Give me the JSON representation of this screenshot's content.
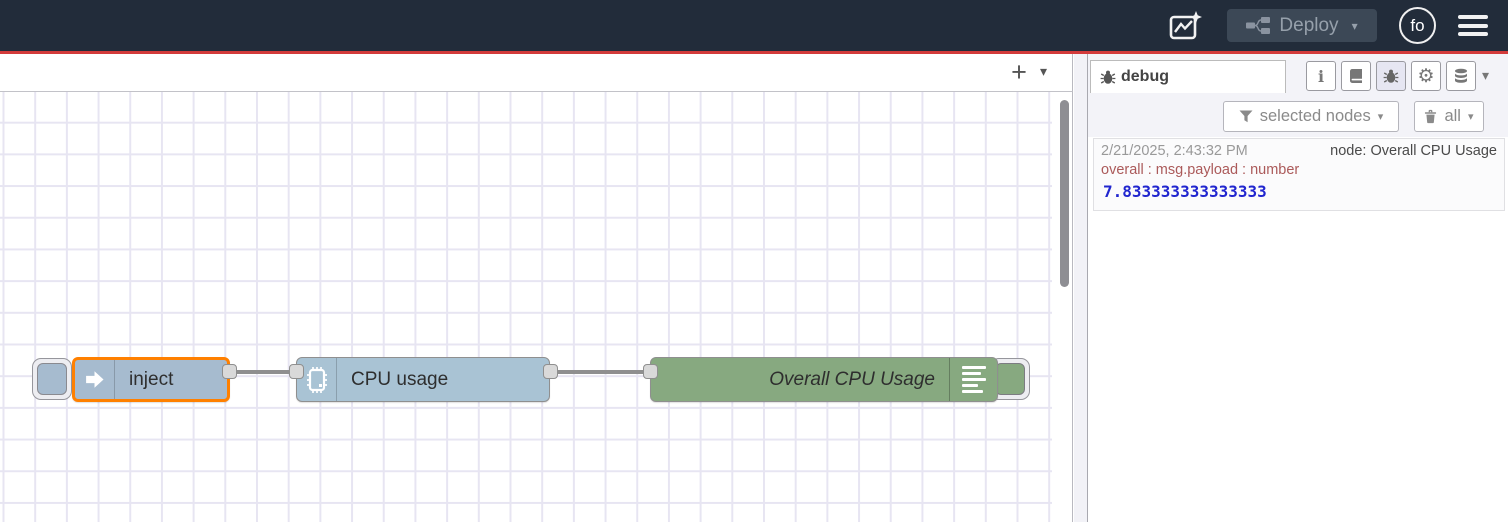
{
  "header": {
    "deploy_label": "Deploy",
    "avatar_initials": "fo"
  },
  "canvas_toolbar": {
    "add_flow_label": "+",
    "tab_menu_caret": "▾"
  },
  "flow": {
    "nodes": [
      {
        "id": "inject",
        "label": "inject",
        "color": "#a6bbcf",
        "selected": true
      },
      {
        "id": "cpu-usage",
        "label": "CPU usage",
        "color": "#a9c3d4",
        "selected": false
      },
      {
        "id": "overall-cpu-usage",
        "label": "Overall CPU Usage",
        "color": "#87a980",
        "selected": false
      }
    ],
    "wire_color": "#8f8f8f",
    "selection_color": "#ff8000"
  },
  "sidebar": {
    "tab_label": "debug",
    "toolbar_icons": [
      "info-icon",
      "book-icon",
      "bug-icon",
      "gear-icon",
      "database-icon"
    ],
    "active_toolbar_icon": "bug-icon",
    "tab_overflow_caret": "▾",
    "filter_nodes_label": "selected nodes",
    "clear_label": "all",
    "messages": [
      {
        "timestamp": "2/21/2025, 2:43:32 PM",
        "source": "node: Overall CPU Usage",
        "path": "overall : msg.payload : number",
        "value": "7.833333333333333"
      }
    ]
  },
  "colors": {
    "header_bg": "#222c3a",
    "header_accent": "#d33b3b",
    "grid_line": "#e7e5f2",
    "debug_path_red": "#ab5a5a",
    "debug_value_blue": "#2126cf"
  }
}
